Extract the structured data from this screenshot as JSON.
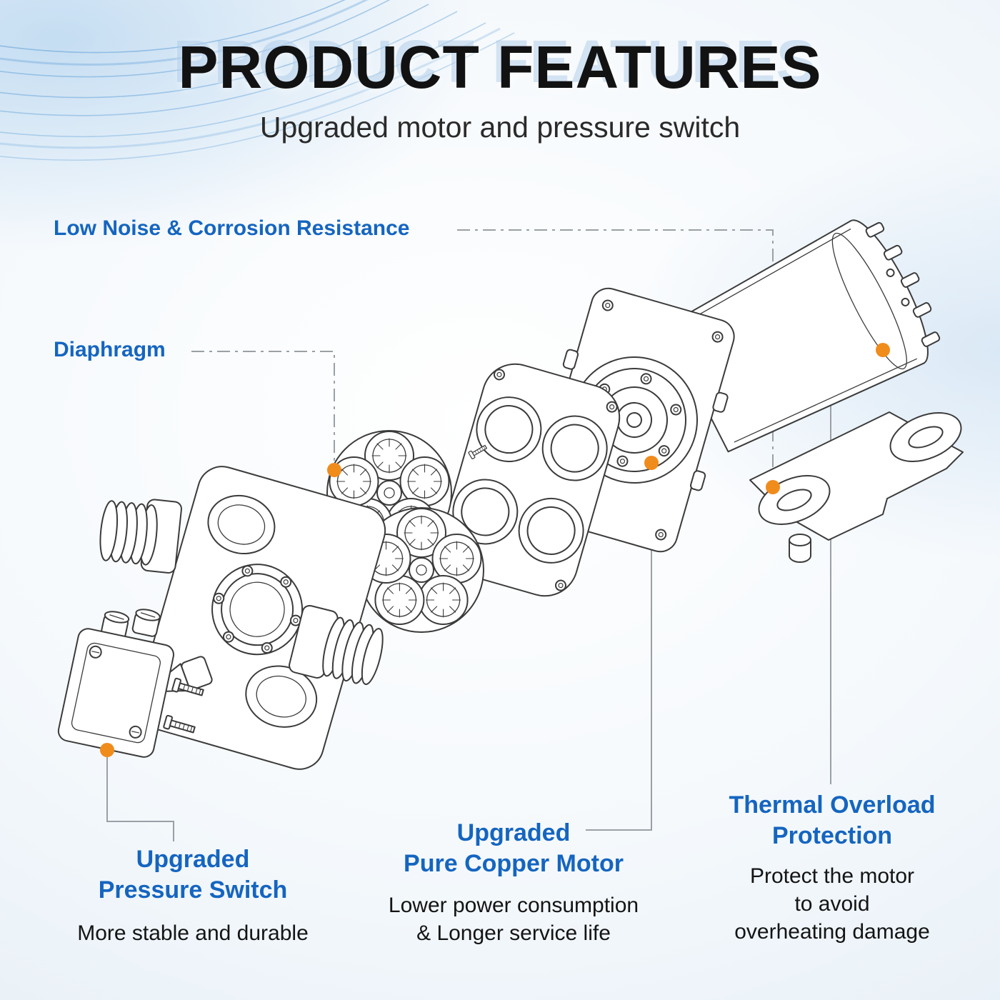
{
  "header": {
    "title": "PRODUCT FEATURES",
    "subtitle": "Upgraded motor and pressure switch"
  },
  "callouts": {
    "low_noise": {
      "label": "Low Noise & Corrosion Resistance"
    },
    "diaphragm": {
      "label": "Diaphragm"
    },
    "pressure_switch": {
      "label": "Upgraded\nPressure Switch",
      "description": "More stable and durable"
    },
    "pure_copper_motor": {
      "label": "Upgraded\nPure Copper Motor",
      "description": "Lower power consumption\n& Longer service life"
    },
    "thermal_overload": {
      "label": "Thermal Overload\nProtection",
      "description": "Protect the motor\nto avoid\noverheating damage"
    }
  },
  "illustration": {
    "name": "exploded-view-diaphragm-pump",
    "parts": [
      "pressure-switch",
      "pump-head-manifold",
      "threaded-ports",
      "diaphragm-assembly",
      "valve-plate",
      "motor-front-plate",
      "motor",
      "mounting-bracket"
    ]
  },
  "colors": {
    "label_blue": "#1565c0",
    "marker_orange": "#F08C1C",
    "leader_gray": "#9aa0a6",
    "line_art": "#3b3b3b",
    "background_tint": "#dfeaf4"
  }
}
